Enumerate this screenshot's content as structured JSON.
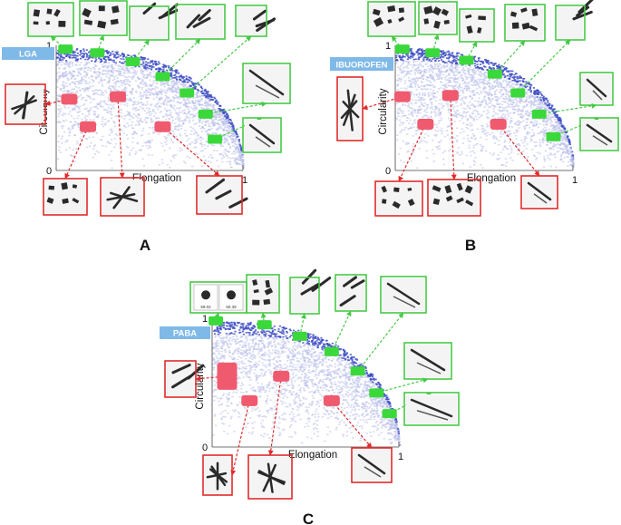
{
  "colors": {
    "density": "#3f4fc4",
    "density_light": "#b6bce8",
    "green_marker": "#3bd83b",
    "red_marker": "#f05a6e",
    "green_frame": "#46c946",
    "red_frame": "#e02a2a",
    "tag_fill": "#7fb9e8",
    "tag_text": "#ffffff",
    "thumb_dark": "#2a2a2a"
  },
  "chart_data": [
    {
      "panel": "A",
      "type": "scatter",
      "tag": "LGA",
      "xlabel": "Elongation",
      "ylabel": "Circularity",
      "xlim": [
        0,
        1
      ],
      "ylim": [
        0,
        1
      ],
      "axis_ticks": {
        "origin": "0",
        "x_end": "1",
        "y_end": "1"
      },
      "edge_markers": [
        [
          0.05,
          0.97
        ],
        [
          0.22,
          0.94
        ],
        [
          0.41,
          0.87
        ],
        [
          0.57,
          0.75
        ],
        [
          0.7,
          0.62
        ],
        [
          0.8,
          0.45
        ],
        [
          0.85,
          0.25
        ]
      ],
      "interior_markers": [
        [
          0.07,
          0.57
        ],
        [
          0.33,
          0.59
        ],
        [
          0.17,
          0.35
        ],
        [
          0.57,
          0.35
        ]
      ]
    },
    {
      "panel": "B",
      "type": "scatter",
      "tag": "IBUOROFEN",
      "xlabel": "Elongation",
      "ylabel": "Circularity",
      "xlim": [
        0,
        1
      ],
      "ylim": [
        0,
        1
      ],
      "axis_ticks": {
        "origin": "0",
        "x_end": "1",
        "y_end": "1"
      },
      "edge_markers": [
        [
          0.04,
          0.97
        ],
        [
          0.21,
          0.94
        ],
        [
          0.4,
          0.88
        ],
        [
          0.56,
          0.77
        ],
        [
          0.69,
          0.62
        ],
        [
          0.81,
          0.45
        ],
        [
          0.89,
          0.27
        ]
      ],
      "interior_markers": [
        [
          0.04,
          0.59
        ],
        [
          0.31,
          0.6
        ],
        [
          0.17,
          0.37
        ],
        [
          0.58,
          0.37
        ]
      ]
    },
    {
      "panel": "C",
      "type": "scatter",
      "tag": "PABA",
      "xlabel": "Elongation",
      "ylabel": "Circularity",
      "xlim": [
        0,
        1
      ],
      "ylim": [
        0,
        1
      ],
      "axis_ticks": {
        "origin": "0",
        "x_end": "1",
        "y_end": "1"
      },
      "edge_markers": [
        [
          0.02,
          0.98
        ],
        [
          0.28,
          0.95
        ],
        [
          0.47,
          0.86
        ],
        [
          0.64,
          0.74
        ],
        [
          0.78,
          0.59
        ],
        [
          0.88,
          0.42
        ],
        [
          0.95,
          0.26
        ]
      ],
      "interior_markers": [
        [
          0.08,
          0.55
        ],
        [
          0.37,
          0.55
        ],
        [
          0.2,
          0.36
        ],
        [
          0.64,
          0.36
        ]
      ]
    }
  ],
  "panel_labels": [
    "A",
    "B",
    "C"
  ],
  "inset_captions": {
    "paba_first_left": "59.02",
    "paba_first_right": "60.39"
  }
}
